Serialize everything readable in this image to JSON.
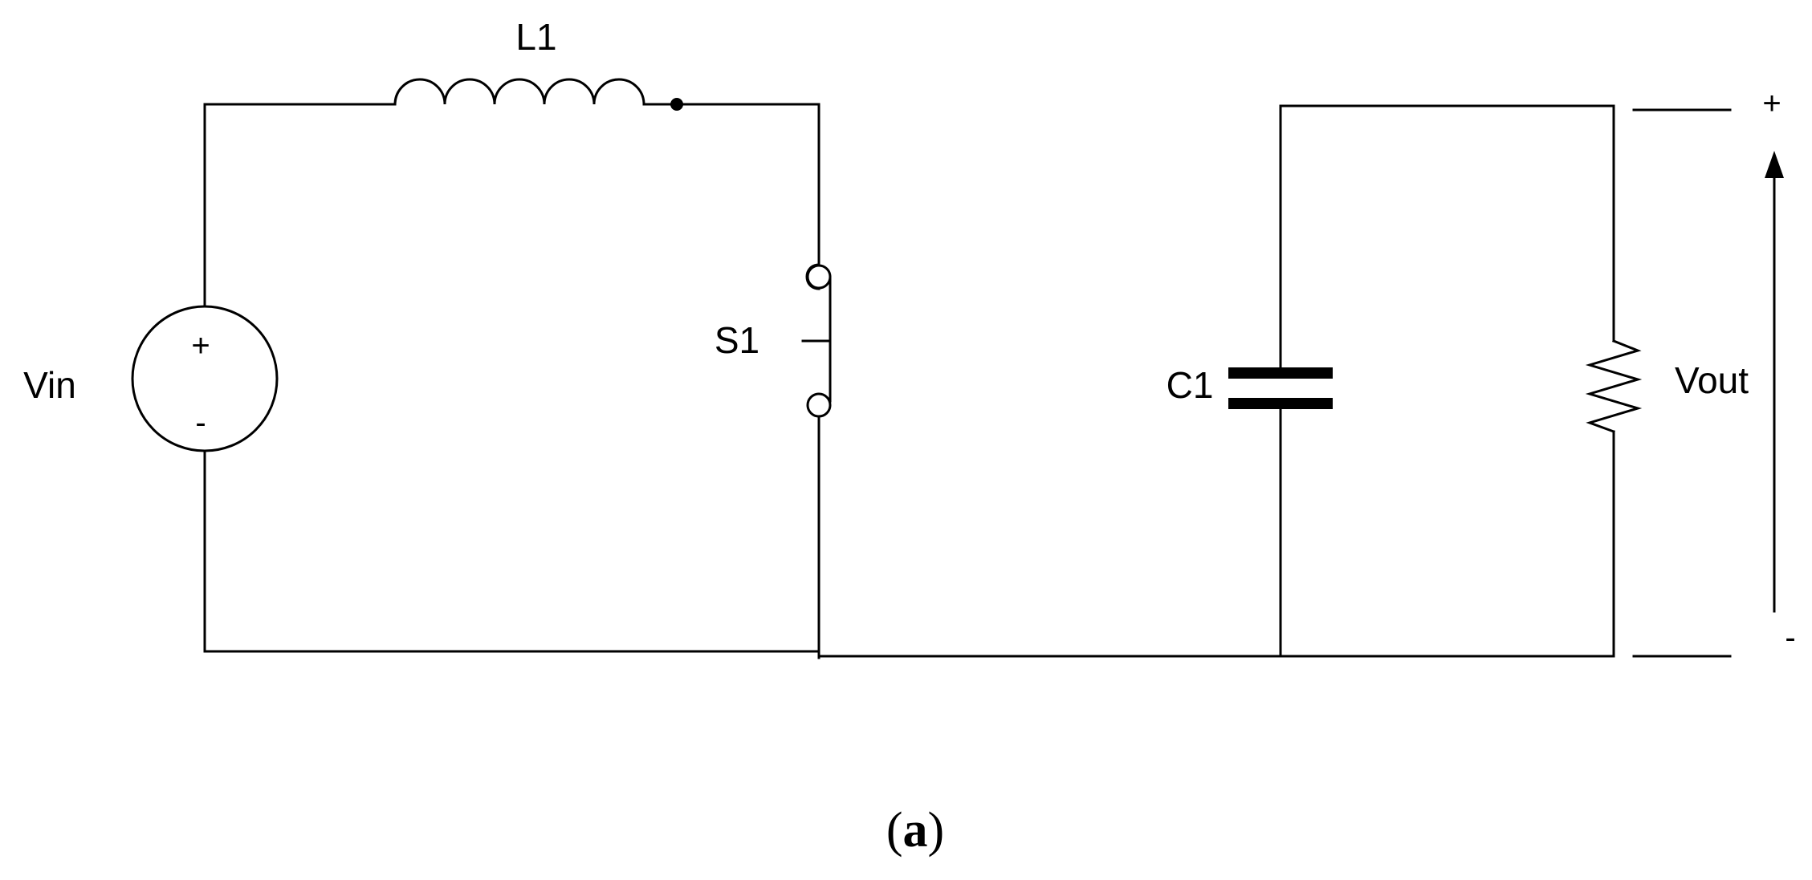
{
  "labels": {
    "inductor": "L1",
    "switch": "S1",
    "capacitor": "C1",
    "source": "Vin",
    "output": "Vout",
    "source_plus": "+",
    "source_minus": "-",
    "output_plus": "+",
    "output_minus": "-"
  },
  "caption": {
    "open": "(",
    "letter": "a",
    "close": ")"
  }
}
